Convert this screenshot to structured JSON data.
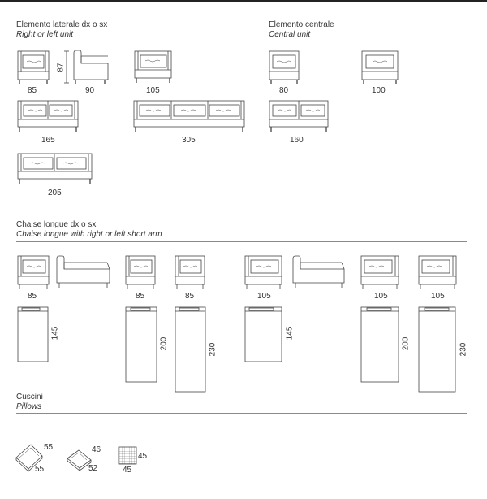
{
  "sections": {
    "side_unit": {
      "title": "Elemento laterale dx o sx",
      "subtitle": "Right or left unit"
    },
    "central_unit": {
      "title": "Elemento centrale",
      "subtitle": "Central unit"
    },
    "chaise": {
      "title": "Chaise longue dx o sx",
      "subtitle": "Chaise longue with right or left short arm"
    },
    "pillows": {
      "title": "Cuscini",
      "subtitle": "Pillows"
    }
  },
  "dimensions": {
    "side_85": "85",
    "side_height_87": "87",
    "side_90": "90",
    "side_105": "105",
    "side_165": "165",
    "side_305": "305",
    "side_205": "205",
    "central_80": "80",
    "central_100": "100",
    "central_160": "160",
    "chaise_85_a": "85",
    "chaise_85_b": "85",
    "chaise_85_c": "85",
    "chaise_105_a": "105",
    "chaise_105_b": "105",
    "chaise_105_c": "105",
    "chaise_145_a": "145",
    "chaise_200_a": "200",
    "chaise_230_a": "230",
    "chaise_145_b": "145",
    "chaise_200_b": "200",
    "chaise_230_b": "230",
    "pillow_55_side": "55",
    "pillow_55_bottom": "55",
    "pillow_46_side": "46",
    "pillow_52_bottom": "52",
    "pillow_45_side": "45",
    "pillow_45_bottom": "45"
  }
}
